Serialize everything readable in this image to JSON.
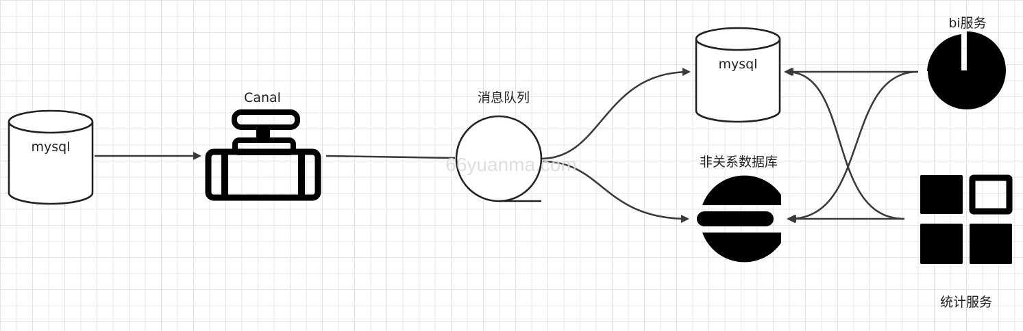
{
  "nodes": {
    "source_db": {
      "label": "mysql"
    },
    "canal": {
      "label": "Canal"
    },
    "queue": {
      "label": "消息队列"
    },
    "target_db": {
      "label": "mysql"
    },
    "nosql_db": {
      "label": "非关系数据库"
    },
    "bi_service": {
      "label": "bi服务"
    },
    "stats_service": {
      "label": "统计服务"
    }
  },
  "watermark": "66yuanma.com",
  "icons": {
    "source_db": "database-cylinder-icon",
    "canal": "canal-connector-icon",
    "queue": "message-queue-icon",
    "target_db": "database-cylinder-icon",
    "nosql_db": "elasticsearch-icon",
    "bi_service": "pie-chart-icon",
    "stats_service": "dashboard-grid-icon"
  }
}
